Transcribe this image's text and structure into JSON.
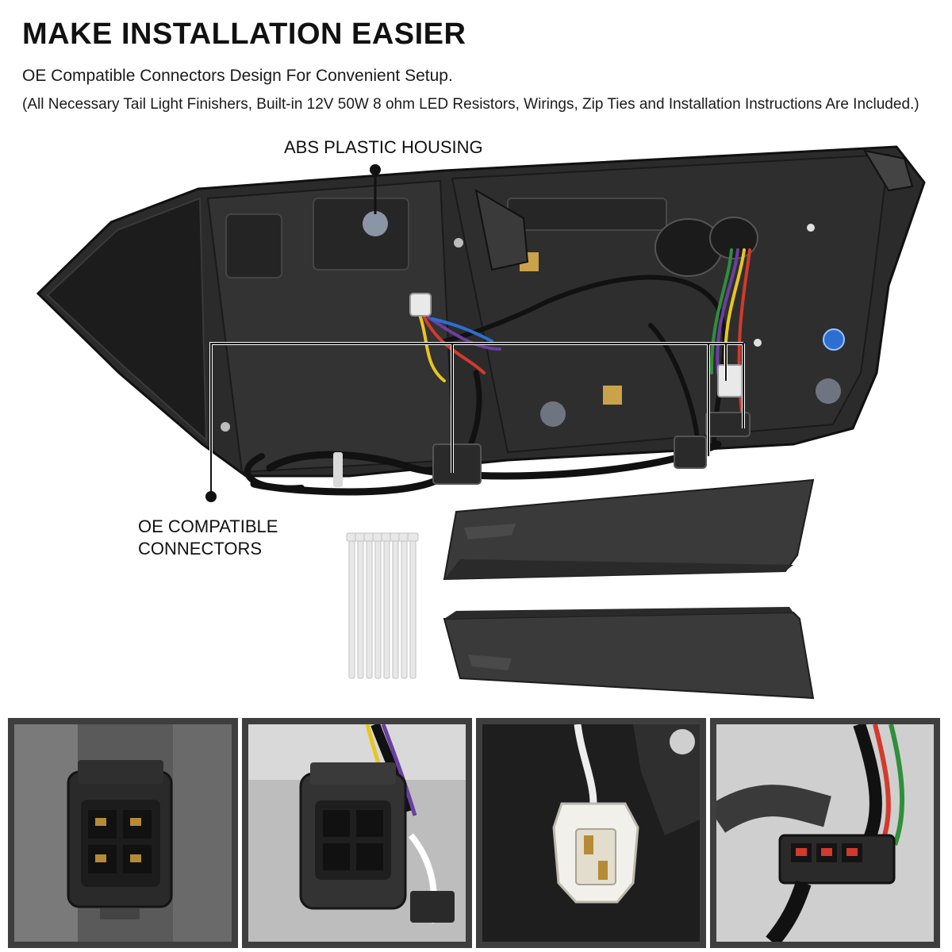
{
  "headline": "MAKE INSTALLATION EASIER",
  "subheadline": "OE Compatible Connectors Design For Convenient Setup.",
  "note": "(All Necessary Tail Light Finishers, Built-in 12V 50W 8 ohm LED Resistors, Wirings, Zip Ties and Installation Instructions Are Included.)",
  "callouts": {
    "housing": "ABS PLASTIC HOUSING",
    "connectors_line1": "OE COMPATIBLE",
    "connectors_line2": "CONNECTORS"
  },
  "thumbnails": [
    {
      "subject": "four-pin-connector-front"
    },
    {
      "subject": "four-pin-connector-angled"
    },
    {
      "subject": "white-two-pin-connector"
    },
    {
      "subject": "three-pin-resistor-connector"
    }
  ],
  "colors": {
    "text": "#111111",
    "housing": "#2b2b2b",
    "frame": "#3e3e3e",
    "wire_red": "#d33a2c",
    "wire_yellow": "#e8c61f",
    "wire_purple": "#6b3fa0",
    "wire_green": "#2f8f3a",
    "wire_blue": "#2c6fd1"
  }
}
